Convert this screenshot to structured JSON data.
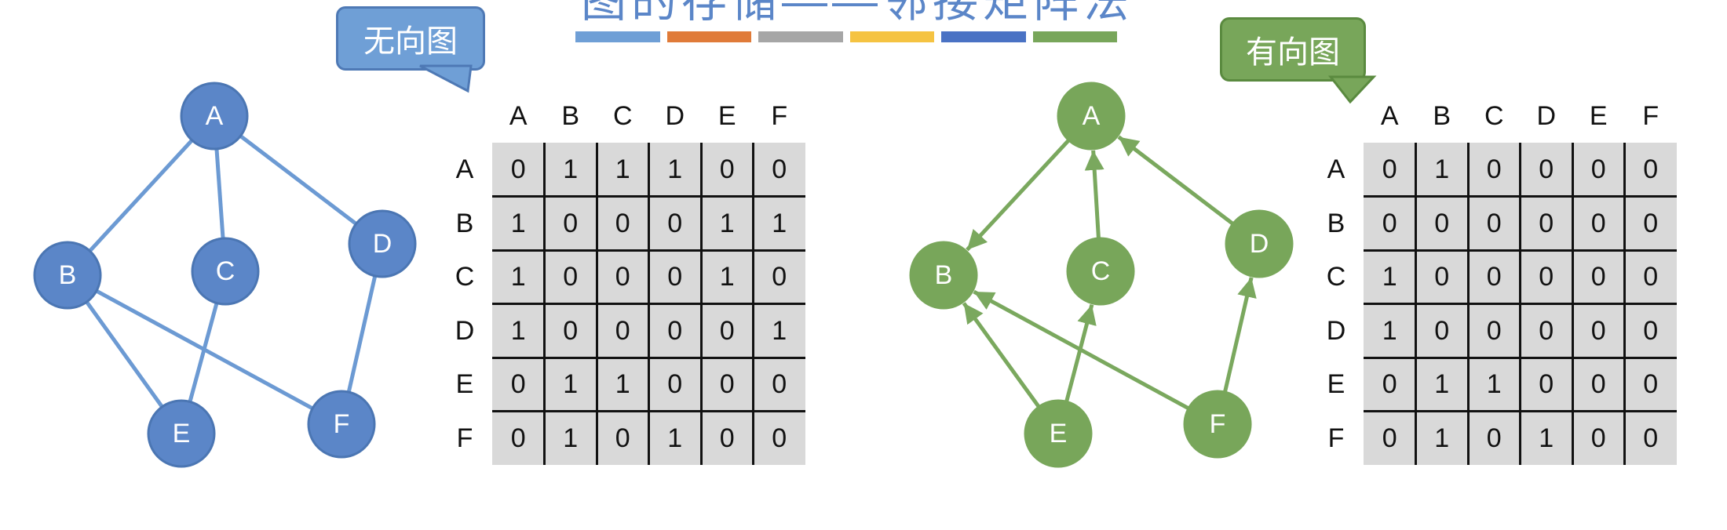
{
  "title": {
    "text": "图的存储——邻接矩阵法"
  },
  "title_bar_colors": [
    "#6f9fd6",
    "#e07b39",
    "#a6a6a6",
    "#f5c342",
    "#4a72c4",
    "#78a65a"
  ],
  "labels": [
    "A",
    "B",
    "C",
    "D",
    "E",
    "F"
  ],
  "undirected": {
    "callout": "无向图",
    "node_color": "#5b86c8",
    "edge_color": "#6c9ad3",
    "edges": [
      [
        "A",
        "B"
      ],
      [
        "A",
        "C"
      ],
      [
        "A",
        "D"
      ],
      [
        "B",
        "E"
      ],
      [
        "B",
        "F"
      ],
      [
        "C",
        "E"
      ],
      [
        "D",
        "F"
      ]
    ],
    "matrix": [
      [
        0,
        1,
        1,
        1,
        0,
        0
      ],
      [
        1,
        0,
        0,
        0,
        1,
        1
      ],
      [
        1,
        0,
        0,
        0,
        1,
        0
      ],
      [
        1,
        0,
        0,
        0,
        0,
        1
      ],
      [
        0,
        1,
        1,
        0,
        0,
        0
      ],
      [
        0,
        1,
        0,
        1,
        0,
        0
      ]
    ]
  },
  "directed": {
    "callout": "有向图",
    "node_color": "#78a65a",
    "edge_color": "#7aa85e",
    "edges": [
      [
        "A",
        "B"
      ],
      [
        "C",
        "A"
      ],
      [
        "D",
        "A"
      ],
      [
        "E",
        "B"
      ],
      [
        "E",
        "C"
      ],
      [
        "F",
        "B"
      ],
      [
        "F",
        "D"
      ]
    ],
    "matrix": [
      [
        0,
        1,
        0,
        0,
        0,
        0
      ],
      [
        0,
        0,
        0,
        0,
        0,
        0
      ],
      [
        1,
        0,
        0,
        0,
        0,
        0
      ],
      [
        1,
        0,
        0,
        0,
        0,
        0
      ],
      [
        0,
        1,
        1,
        0,
        0,
        0
      ],
      [
        0,
        1,
        0,
        1,
        0,
        0
      ]
    ]
  }
}
